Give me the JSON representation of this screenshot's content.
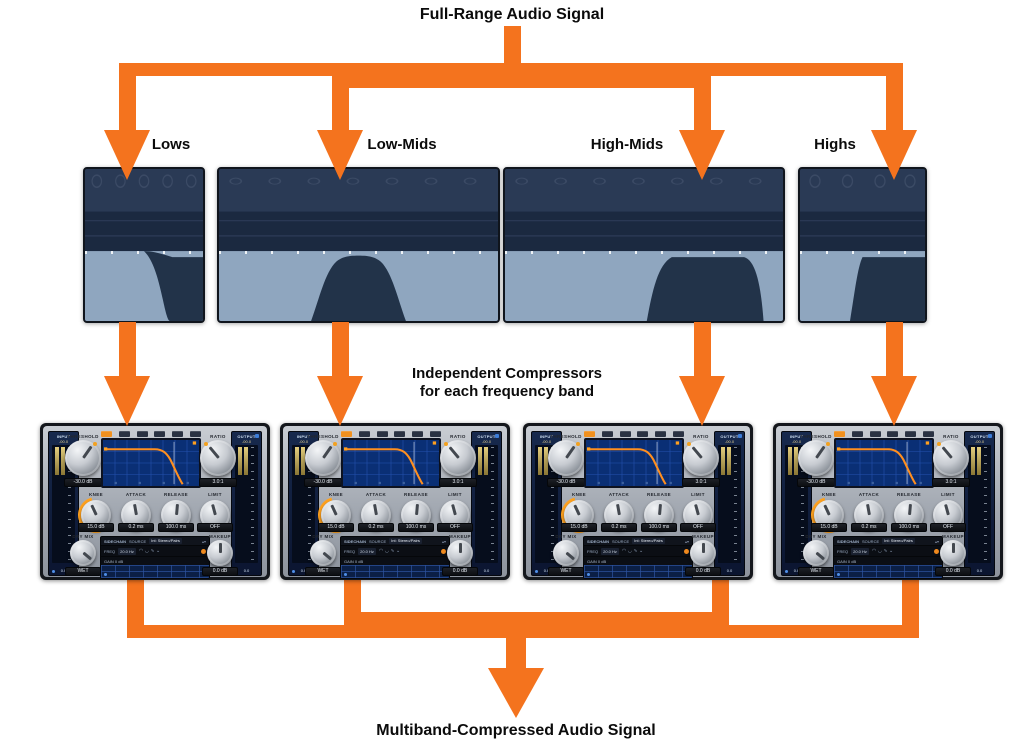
{
  "titles": {
    "top": "Full-Range Audio Signal",
    "middle_line1": "Independent Compressors",
    "middle_line2": "for each frequency band",
    "bottom": "Multiband-Compressed Audio Signal"
  },
  "bands": [
    {
      "label": "Lows"
    },
    {
      "label": "Low-Mids"
    },
    {
      "label": "High-Mids"
    },
    {
      "label": "Highs"
    }
  ],
  "compressor": {
    "input": {
      "label": "INPUT",
      "value": "-00.0",
      "floor": "0.0"
    },
    "output": {
      "label": "OUTPUT",
      "value": "-00.0",
      "floor": "0.0"
    },
    "threshold": {
      "label": "THRESHOLD",
      "value": "-30.0 dB"
    },
    "ratio": {
      "label": "RATIO",
      "value": "3.0:1"
    },
    "knobs": [
      {
        "label": "KNEE",
        "value": "15.0 dB"
      },
      {
        "label": "ATTACK",
        "value": "0.2 ms"
      },
      {
        "label": "RELEASE",
        "value": "100.0 ms"
      },
      {
        "label": "LIMIT",
        "value": "OFF"
      }
    ],
    "dry_mix": {
      "label": "DRY MIX",
      "value": "WET"
    },
    "makeup": {
      "label": "MAKEUP",
      "value": "0.0 dB"
    },
    "sidechain": {
      "title": "SIDECHAIN",
      "mode": "SOURCE",
      "source": "Int: Stereo/Pairs",
      "freq_label": "FREQ",
      "freq_value": "20.0 Hz",
      "gain_row": "GAIN  0 dB"
    }
  },
  "colors": {
    "arrow_orange": "#F4731E",
    "band_dark": "#1B2940",
    "band_light": "#8FA6BF",
    "graph_blue": "#0A2F75",
    "curve_orange": "#FF8F1F"
  }
}
